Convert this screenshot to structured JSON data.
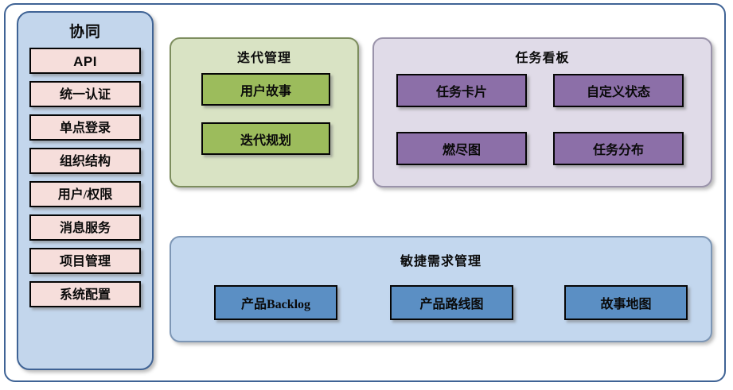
{
  "sidebar": {
    "title": "协同",
    "items": [
      {
        "label": "API"
      },
      {
        "label": "统一认证"
      },
      {
        "label": "单点登录"
      },
      {
        "label": "组织结构"
      },
      {
        "label": "用户/权限"
      },
      {
        "label": "消息服务"
      },
      {
        "label": "项目管理"
      },
      {
        "label": "系统配置"
      }
    ]
  },
  "groups": {
    "iteration": {
      "title": "迭代管理",
      "nodes": [
        {
          "label": "用户故事"
        },
        {
          "label": "迭代规划"
        }
      ]
    },
    "taskboard": {
      "title": "任务看板",
      "nodes": [
        {
          "label": "任务卡片"
        },
        {
          "label": "自定义状态"
        },
        {
          "label": "燃尽图"
        },
        {
          "label": "任务分布"
        }
      ]
    },
    "agile": {
      "title": "敏捷需求管理",
      "nodes": [
        {
          "label": "产品Backlog"
        },
        {
          "label": "产品路线图"
        },
        {
          "label": "故事地图"
        }
      ]
    }
  },
  "colors": {
    "frame_border": "#3f6395",
    "sidebar_bg": "#c3d6ec",
    "sidebar_item_bg": "#f6dedb",
    "iteration_bg": "#d9e3c4",
    "iteration_node_bg": "#9cbc5c",
    "taskboard_bg": "#e0dbe8",
    "taskboard_node_bg": "#8c6fa8",
    "agile_bg": "#c3d7ee",
    "agile_node_bg": "#5b8fc4",
    "node_border": "#060606",
    "text": "#0a0a0a"
  }
}
